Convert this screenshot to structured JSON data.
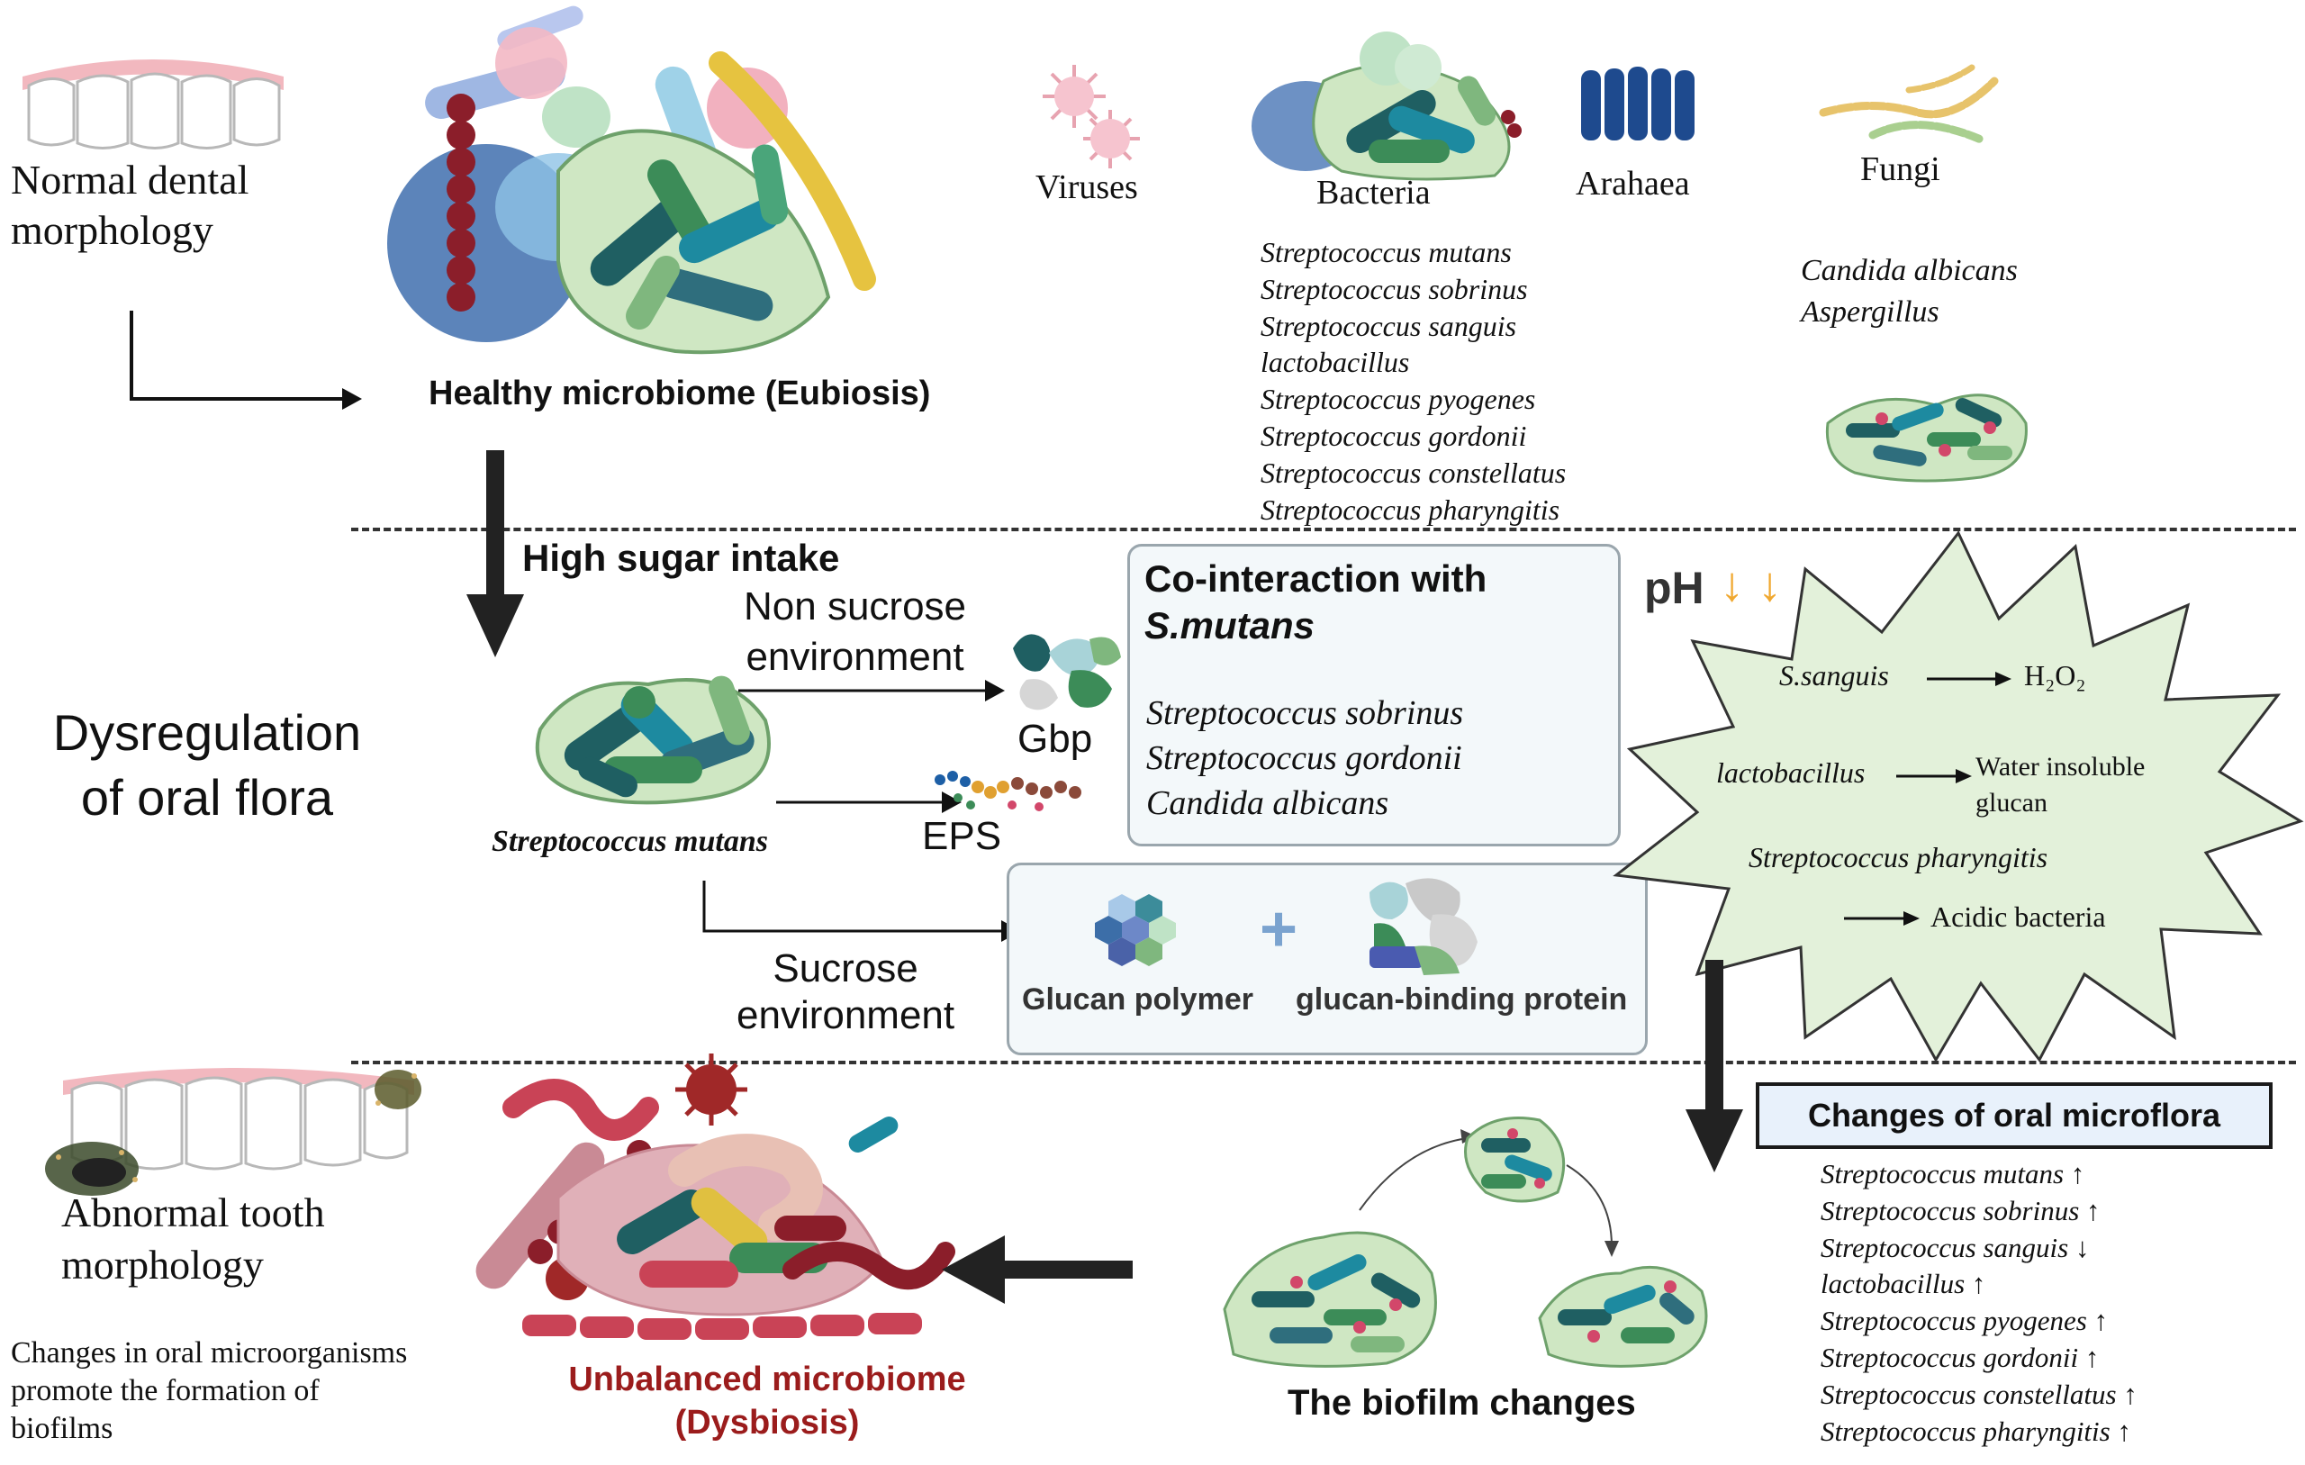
{
  "top": {
    "normal_dental": [
      "Normal dental",
      "morphology"
    ],
    "healthy_microbiome": "Healthy microbiome (Eubiosis)",
    "categories": {
      "viruses": "Viruses",
      "bacteria": "Bacteria",
      "archaea": "Arahaea",
      "fungi": "Fungi"
    },
    "bacteria_list": [
      "Streptococcus mutans",
      "Streptococcus sobrinus",
      "Streptococcus sanguis",
      "lactobacillus",
      "Streptococcus pyogenes",
      "Streptococcus gordonii",
      "Streptococcus constellatus",
      "Streptococcus pharyngitis"
    ],
    "fungi_list": [
      "Candida albicans",
      "Aspergillus"
    ]
  },
  "middle": {
    "dysregulation": [
      "Dysregulation",
      "of oral flora"
    ],
    "high_sugar": "High sugar intake",
    "non_sucrose": [
      "Non sucrose",
      "environment"
    ],
    "gbp": "Gbp",
    "eps": "EPS",
    "s_mutans_label": "Streptococcus mutans",
    "sucrose": [
      "Sucrose",
      "environment"
    ],
    "co_interaction": {
      "title_line1": "Co-interaction with",
      "title_line2": "S.mutans",
      "items": [
        "Streptococcus sobrinus",
        "Streptococcus gordonii",
        "Candida albicans"
      ]
    },
    "glucan_polymer": "Glucan polymer",
    "plus": "+",
    "glucan_binding_protein": "glucan-binding protein",
    "ph": "pH",
    "ph_arrows": "↓ ↓",
    "star": {
      "sanguis": "S.sanguis",
      "h2o2": "H₂O₂",
      "lactobacillus": "lactobacillus",
      "water_insoluble": [
        "Water insoluble",
        "glucan"
      ],
      "pharyngitis": "Streptococcus pharyngitis",
      "acidic": "Acidic bacteria"
    }
  },
  "bottom": {
    "abnormal": [
      "Abnormal tooth",
      "morphology"
    ],
    "changes_text": [
      "Changes in oral microorganisms",
      "promote the formation of",
      "biofilms"
    ],
    "unbalanced": [
      "Unbalanced microbiome",
      "(Dysbiosis)"
    ],
    "biofilm_changes": "The biofilm changes",
    "changes_title": "Changes of oral microflora",
    "changes_list": [
      {
        "name": "Streptococcus mutans",
        "arrow": "↑"
      },
      {
        "name": "Streptococcus sobrinus",
        "arrow": "↑"
      },
      {
        "name": "Streptococcus sanguis",
        "arrow": "↓"
      },
      {
        "name": "lactobacillus",
        "arrow": "↑"
      },
      {
        "name": "Streptococcus pyogenes",
        "arrow": "↑"
      },
      {
        "name": "Streptococcus gordonii",
        "arrow": "↑"
      },
      {
        "name": "Streptococcus constellatus",
        "arrow": "↑"
      },
      {
        "name": "Streptococcus pharyngitis",
        "arrow": "↑"
      }
    ]
  },
  "colors": {
    "accent_orange": "#f0a830",
    "dysbiosis_red": "#9b1c1c",
    "star_fill": "#e3f1da",
    "teal": "#1f6f78",
    "green": "#7fb77e"
  },
  "icons": [
    "teeth-icon",
    "virus-icon",
    "bacteria-cluster-icon",
    "archaea-icon",
    "fungi-icon",
    "biofilm-icon",
    "glucan-icon",
    "protein-icon"
  ]
}
